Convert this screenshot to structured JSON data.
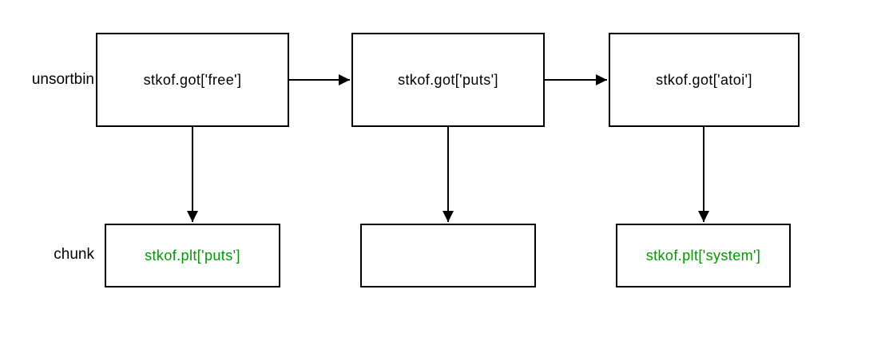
{
  "diagram": {
    "row_labels": {
      "top": "unsortbin",
      "bottom": "chunk"
    },
    "nodes": {
      "top": [
        {
          "label": "stkof.got['free']"
        },
        {
          "label": "stkof.got['puts']"
        },
        {
          "label": "stkof.got['atoi']"
        }
      ],
      "bottom": [
        {
          "label": "stkof.plt['puts']"
        },
        {
          "label": ""
        },
        {
          "label": "stkof.plt['system']"
        }
      ]
    },
    "arrows": [
      {
        "name": "got-free-to-got-puts",
        "direction": "right"
      },
      {
        "name": "got-puts-to-got-atoi",
        "direction": "right"
      },
      {
        "name": "got-free-to-plt-puts",
        "direction": "down"
      },
      {
        "name": "got-puts-to-empty-chunk",
        "direction": "down"
      },
      {
        "name": "got-atoi-to-plt-system",
        "direction": "down"
      }
    ],
    "colors": {
      "line": "#000000",
      "text": "#000000",
      "plt_text": "#009900",
      "background": "#ffffff"
    }
  }
}
